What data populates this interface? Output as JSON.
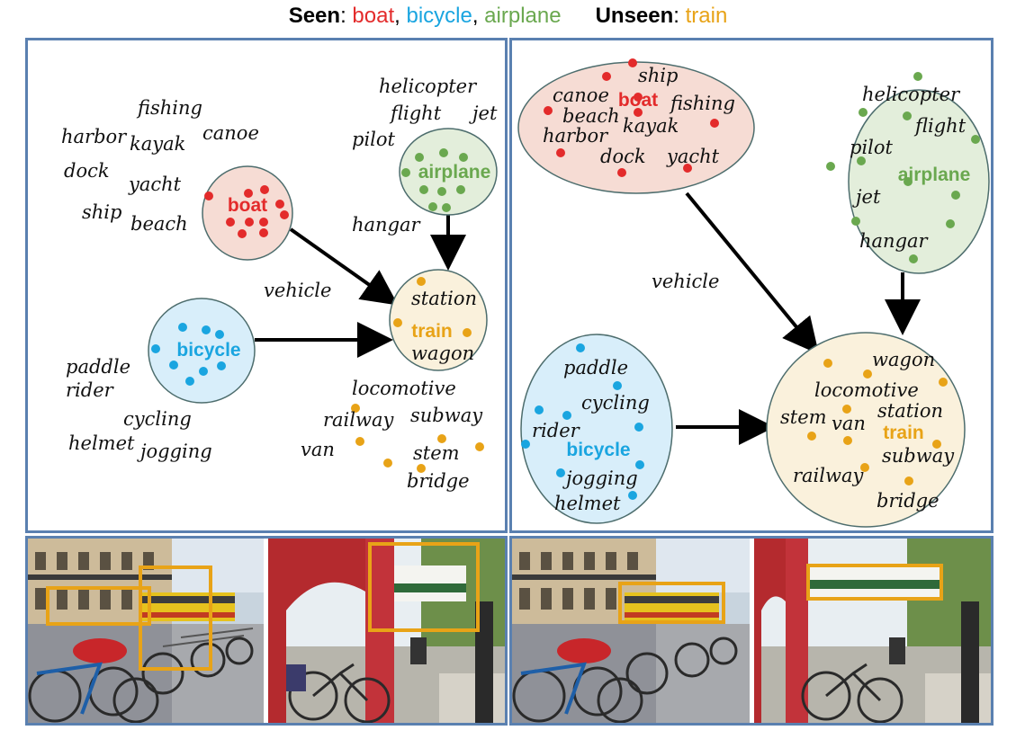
{
  "header": {
    "seen_label": "Seen",
    "seen_colon": ": ",
    "seen_items": [
      {
        "text": "boat",
        "color": "#e32b2b"
      },
      {
        "text": "bicycle",
        "color": "#1aa5e0"
      },
      {
        "text": "airplane",
        "color": "#6aa84f"
      }
    ],
    "sep": ", ",
    "unseen_label": "Unseen",
    "unseen_items": [
      {
        "text": "train",
        "color": "#e8a317"
      }
    ]
  },
  "colors": {
    "boat": "#e32b2b",
    "bicycle": "#1aa5e0",
    "airplane": "#6aa84f",
    "train": "#e8a317",
    "panel_border": "#5a80b0",
    "box": "#e8a317"
  },
  "left": {
    "classes": {
      "boat": "boat",
      "airplane": "airplane",
      "bicycle": "bicycle",
      "train": "train"
    },
    "words": {
      "fishing": "fishing",
      "harbor": "harbor",
      "kayak": "kayak",
      "canoe": "canoe",
      "dock": "dock",
      "yacht": "yacht",
      "ship": "ship",
      "beach": "beach",
      "helicopter": "helicopter",
      "flight": "flight",
      "jet": "jet",
      "pilot": "pilot",
      "hangar": "hangar",
      "vehicle": "vehicle",
      "station": "station",
      "wagon": "wagon",
      "paddle": "paddle",
      "rider": "rider",
      "cycling": "cycling",
      "helmet": "helmet",
      "jogging": "jogging",
      "locomotive": "locomotive",
      "railway": "railway",
      "subway": "subway",
      "van": "van",
      "stem": "stem",
      "bridge": "bridge"
    }
  },
  "right": {
    "classes": {
      "boat": "boat",
      "airplane": "airplane",
      "bicycle": "bicycle",
      "train": "train"
    },
    "words": {
      "ship": "ship",
      "canoe": "canoe",
      "fishing": "fishing",
      "beach": "beach",
      "kayak": "kayak",
      "harbor": "harbor",
      "dock": "dock",
      "yacht": "yacht",
      "helicopter": "helicopter",
      "flight": "flight",
      "pilot": "pilot",
      "jet": "jet",
      "hangar": "hangar",
      "vehicle": "vehicle",
      "paddle": "paddle",
      "cycling": "cycling",
      "rider": "rider",
      "jogging": "jogging",
      "helmet": "helmet",
      "wagon": "wagon",
      "locomotive": "locomotive",
      "stem": "stem",
      "van": "van",
      "station": "station",
      "subway": "subway",
      "railway": "railway",
      "bridge": "bridge"
    }
  }
}
